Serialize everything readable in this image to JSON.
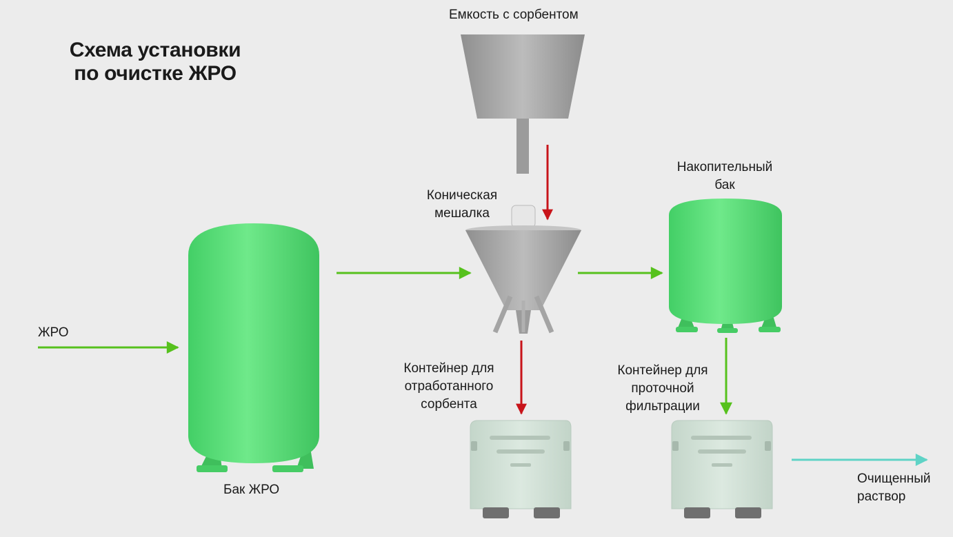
{
  "title_line1": "Схема установки",
  "title_line2": "по очистке ЖРО",
  "labels": {
    "sorbent_tank": "Емкость с сорбентом",
    "mixer_line1": "Коническая",
    "mixer_line2": "мешалка",
    "storage_line1": "Накопительный",
    "storage_line2": "бак",
    "input": "ЖРО",
    "lrw_tank": "Бак ЖРО",
    "spent_line1": "Контейнер для",
    "spent_line2": "отработанного",
    "spent_line3": "сорбента",
    "flow_line1": "Контейнер для",
    "flow_line2": "проточной",
    "flow_line3": "фильтрации",
    "output_line1": "Очищенный",
    "output_line2": "раствор"
  },
  "colors": {
    "background": "#ececec",
    "tank_green": "#5fe07d",
    "flow_green": "#56c11d",
    "sorbent_red": "#c8141a",
    "output_cyan": "#5fd3c6",
    "equipment_gray": "#a9a9a9",
    "container": "#d2e1d7"
  }
}
